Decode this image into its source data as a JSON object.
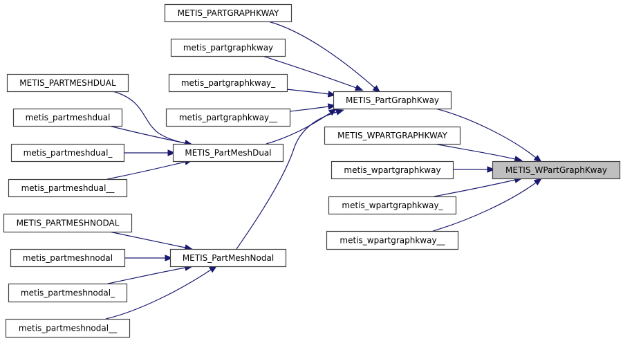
{
  "diagram": {
    "type": "call-graph",
    "colors": {
      "edge": "#191970",
      "node_border": "#404040",
      "node_fill": "#ffffff",
      "highlight_fill": "#bfbfbf"
    },
    "nodes": [
      {
        "id": "n_WPartGraphKway",
        "label": "METIS_WPartGraphKway",
        "highlight": true
      },
      {
        "id": "n_PartGraphKway",
        "label": "METIS_PartGraphKway"
      },
      {
        "id": "n_WPARTGRAPHKWAY",
        "label": "METIS_WPARTGRAPHKWAY"
      },
      {
        "id": "n_wpgk",
        "label": "metis_wpartgraphkway"
      },
      {
        "id": "n_wpgk_",
        "label": "metis_wpartgraphkway_"
      },
      {
        "id": "n_wpgk__",
        "label": "metis_wpartgraphkway__"
      },
      {
        "id": "n_PARTGRAPHKWAY",
        "label": "METIS_PARTGRAPHKWAY"
      },
      {
        "id": "n_pgk",
        "label": "metis_partgraphkway"
      },
      {
        "id": "n_pgk_",
        "label": "metis_partgraphkway_"
      },
      {
        "id": "n_pgk__",
        "label": "metis_partgraphkway__"
      },
      {
        "id": "n_PartMeshDual",
        "label": "METIS_PartMeshDual"
      },
      {
        "id": "n_PartMeshNodal",
        "label": "METIS_PartMeshNodal"
      },
      {
        "id": "n_PARTMESHDUAL",
        "label": "METIS_PARTMESHDUAL"
      },
      {
        "id": "n_pmd",
        "label": "metis_partmeshdual"
      },
      {
        "id": "n_pmd_",
        "label": "metis_partmeshdual_"
      },
      {
        "id": "n_pmd__",
        "label": "metis_partmeshdual__"
      },
      {
        "id": "n_PARTMESHNODAL",
        "label": "METIS_PARTMESHNODAL"
      },
      {
        "id": "n_pmn",
        "label": "metis_partmeshnodal"
      },
      {
        "id": "n_pmn_",
        "label": "metis_partmeshnodal_"
      },
      {
        "id": "n_pmn__",
        "label": "metis_partmeshnodal__"
      }
    ],
    "edges": [
      {
        "from": "n_PartGraphKway",
        "to": "n_WPartGraphKway"
      },
      {
        "from": "n_WPARTGRAPHKWAY",
        "to": "n_WPartGraphKway"
      },
      {
        "from": "n_wpgk",
        "to": "n_WPartGraphKway"
      },
      {
        "from": "n_wpgk_",
        "to": "n_WPartGraphKway"
      },
      {
        "from": "n_wpgk__",
        "to": "n_WPartGraphKway"
      },
      {
        "from": "n_PARTGRAPHKWAY",
        "to": "n_PartGraphKway"
      },
      {
        "from": "n_pgk",
        "to": "n_PartGraphKway"
      },
      {
        "from": "n_pgk_",
        "to": "n_PartGraphKway"
      },
      {
        "from": "n_pgk__",
        "to": "n_PartGraphKway"
      },
      {
        "from": "n_PartMeshDual",
        "to": "n_PartGraphKway"
      },
      {
        "from": "n_PartMeshNodal",
        "to": "n_PartGraphKway"
      },
      {
        "from": "n_PARTMESHDUAL",
        "to": "n_PartMeshDual"
      },
      {
        "from": "n_pmd",
        "to": "n_PartMeshDual"
      },
      {
        "from": "n_pmd_",
        "to": "n_PartMeshDual"
      },
      {
        "from": "n_pmd__",
        "to": "n_PartMeshDual"
      },
      {
        "from": "n_PARTMESHNODAL",
        "to": "n_PartMeshNodal"
      },
      {
        "from": "n_pmn",
        "to": "n_PartMeshNodal"
      },
      {
        "from": "n_pmn_",
        "to": "n_PartMeshNodal"
      },
      {
        "from": "n_pmn__",
        "to": "n_PartMeshNodal"
      }
    ]
  }
}
